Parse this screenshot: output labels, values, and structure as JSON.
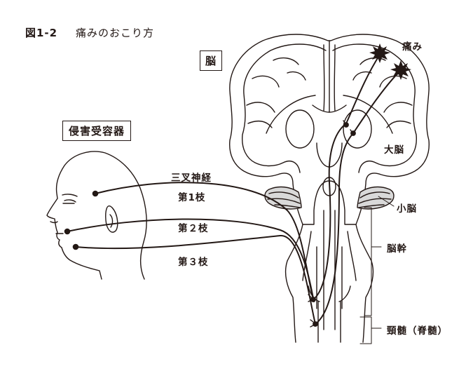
{
  "figure": {
    "number": "図1-2",
    "caption": "痛みのおこり方"
  },
  "labels": {
    "brain_box": "脳",
    "receptor_box": "侵害受容器",
    "pain": "痛み",
    "trigeminal": "三叉神経",
    "branch1": "第1枝",
    "branch2": "第２枝",
    "branch3": "第３枝",
    "cerebrum": "大脳",
    "cerebellum": "小脳",
    "brainstem": "脳幹",
    "cervical_cord": "頸髄（脊髄）"
  },
  "colors": {
    "line": "#231815",
    "cerebellum_fill": "#d9d9d9"
  }
}
